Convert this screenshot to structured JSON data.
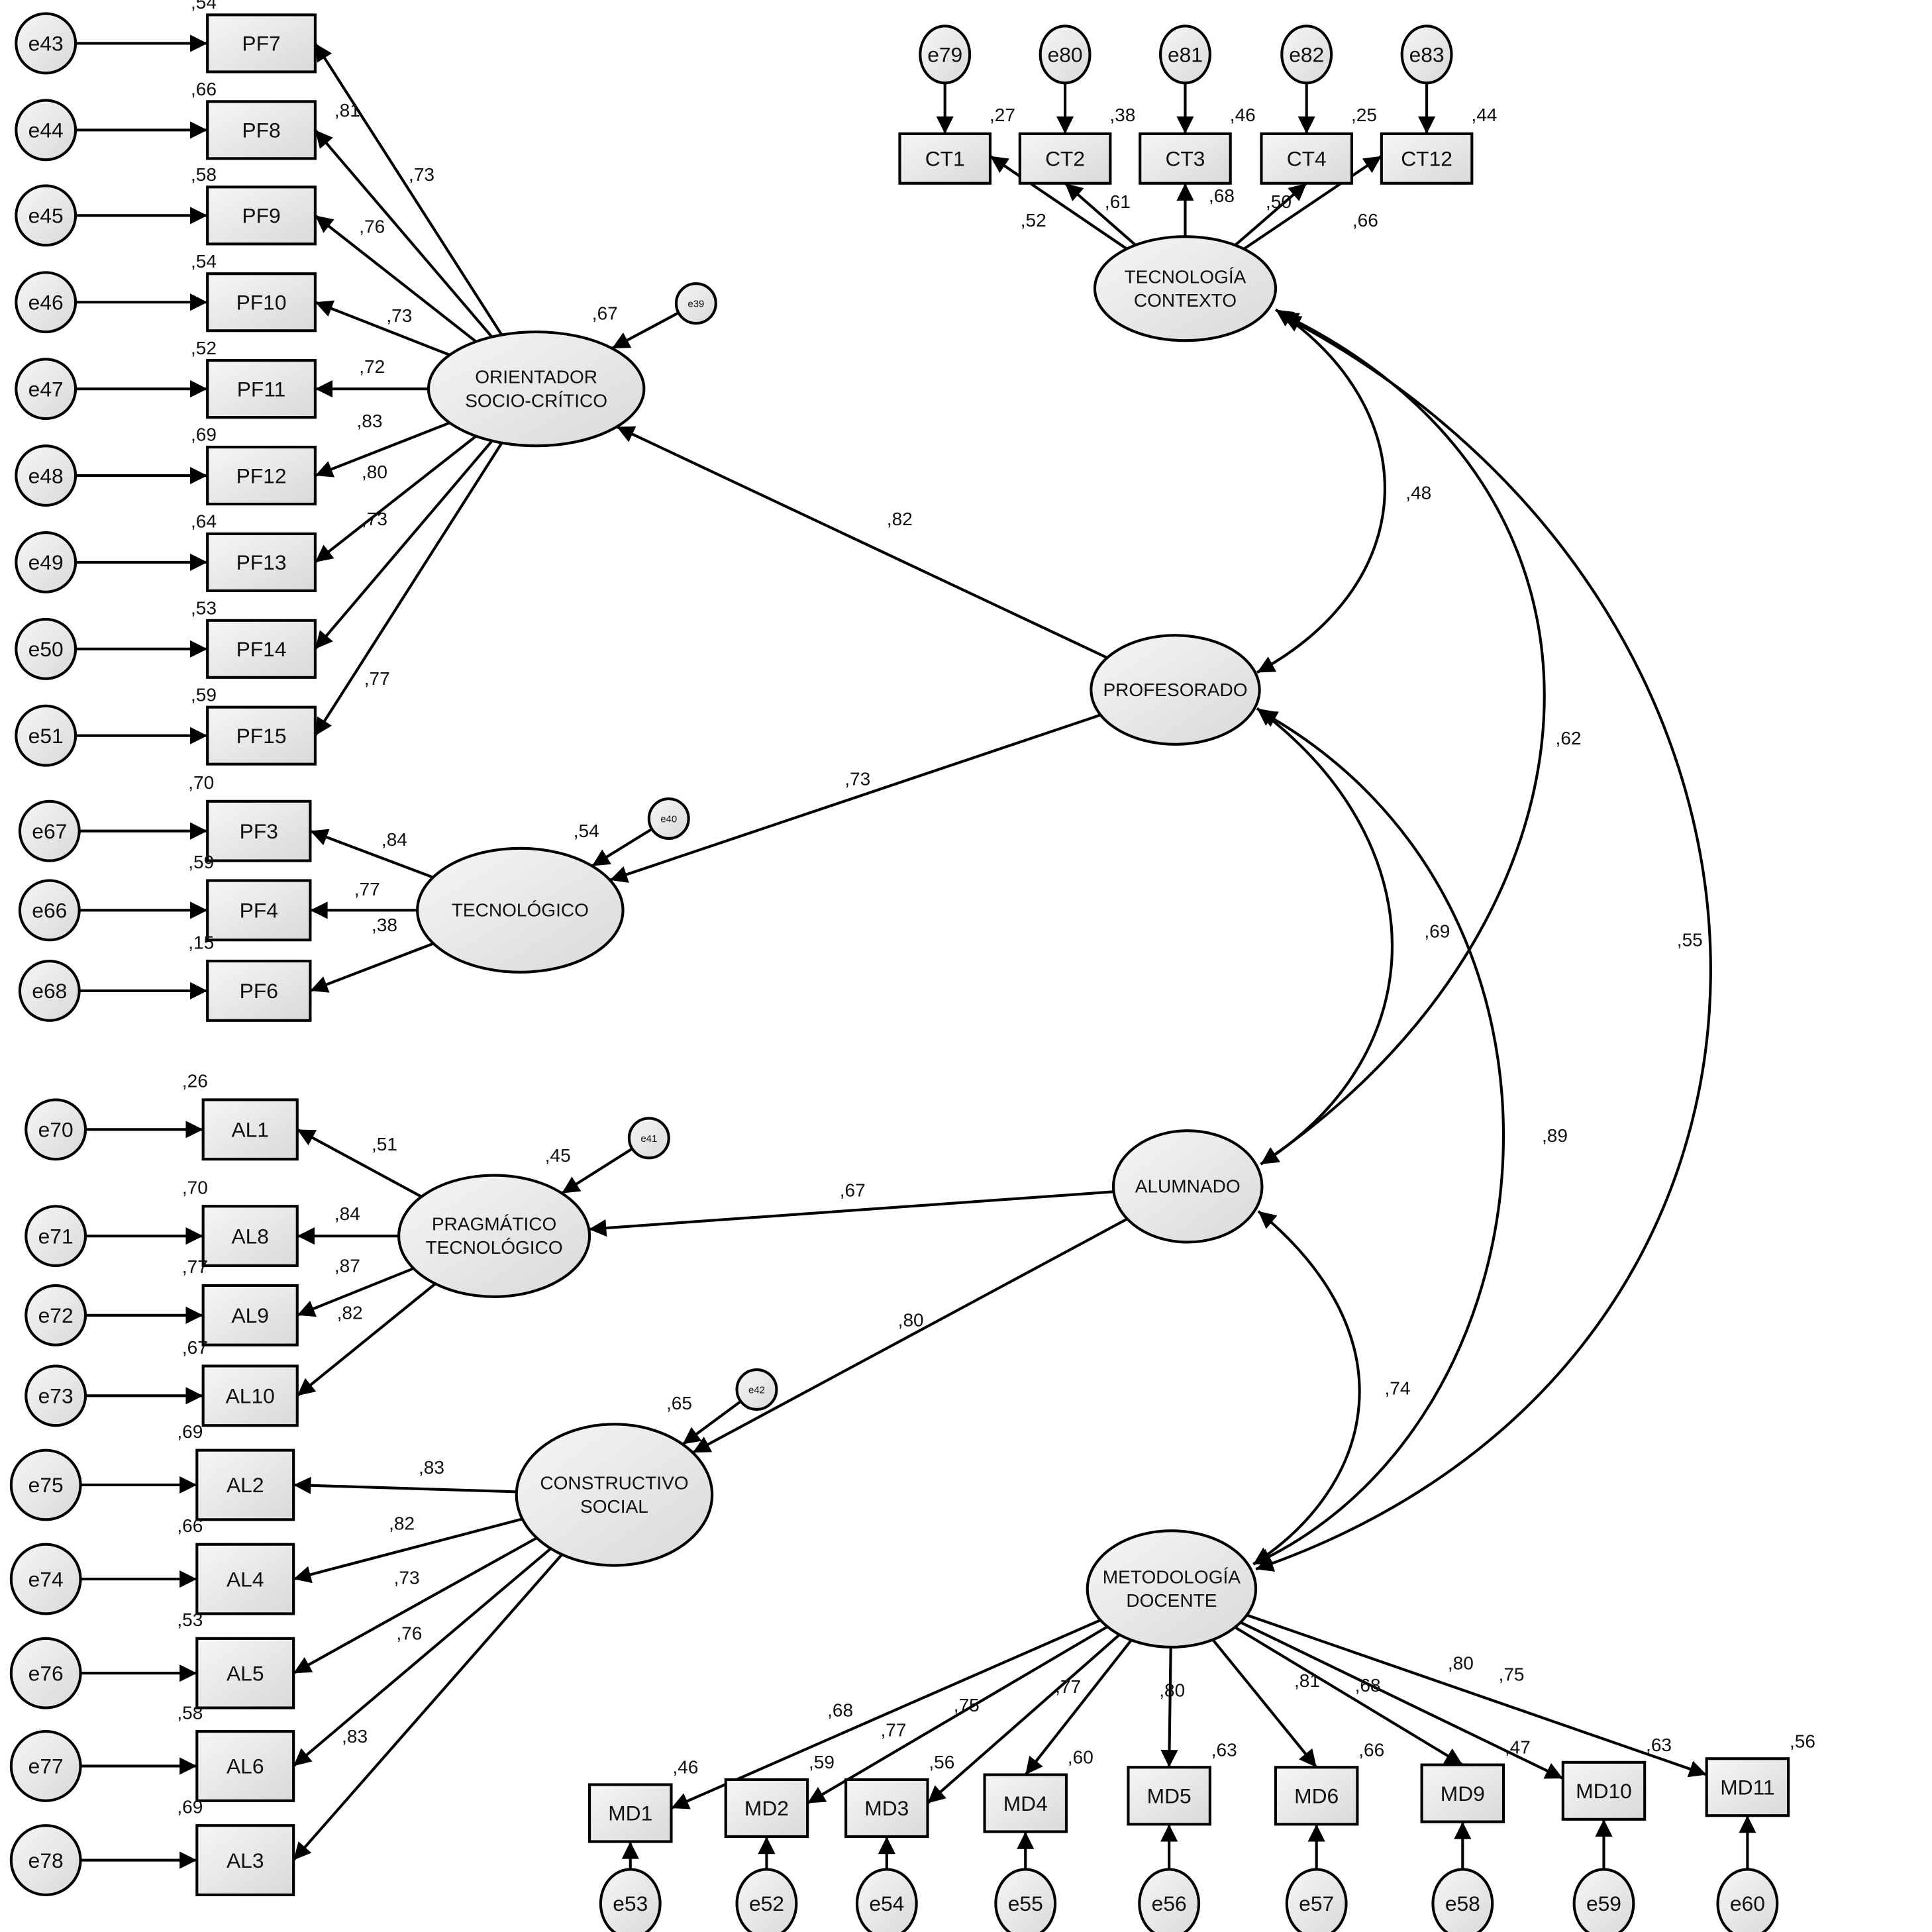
{
  "diagram": {
    "type": "structural-equation-model",
    "second_order_factors": [
      {
        "id": "PROF",
        "label": "PROFESORADO"
      },
      {
        "id": "ALUM",
        "label": "ALUMNADO"
      },
      {
        "id": "TC",
        "label": [
          "TECNOLOGÍA",
          "CONTEXTO"
        ]
      },
      {
        "id": "MD",
        "label": [
          "METODOLOGÍA",
          "DOCENTE"
        ]
      }
    ],
    "first_order_factors": [
      {
        "id": "OSC",
        "label": [
          "ORIENTADOR",
          "SOCIO-CRÍTICO"
        ],
        "parent": "PROF",
        "loading": ",82",
        "r2": ",67",
        "error": "e39"
      },
      {
        "id": "TEC",
        "label": [
          "TECNOLÓGICO"
        ],
        "parent": "PROF",
        "loading": ",73",
        "r2": ",54",
        "error": "e40"
      },
      {
        "id": "PT",
        "label": [
          "PRAGMÁTICO",
          "TECNOLÓGICO"
        ],
        "parent": "ALUM",
        "loading": ",67",
        "r2": ",45",
        "error": "e41"
      },
      {
        "id": "CS",
        "label": [
          "CONSTRUCTIVO",
          "SOCIAL"
        ],
        "parent": "ALUM",
        "loading": ",80",
        "r2": ",65",
        "error": "e42"
      }
    ],
    "indicators": [
      {
        "id": "PF7",
        "factor": "OSC",
        "error": "e43",
        "loading": ",73",
        "r2": ",54"
      },
      {
        "id": "PF8",
        "factor": "OSC",
        "error": "e44",
        "loading": ",81",
        "r2": ",66"
      },
      {
        "id": "PF9",
        "factor": "OSC",
        "error": "e45",
        "loading": ",76",
        "r2": ",58"
      },
      {
        "id": "PF10",
        "factor": "OSC",
        "error": "e46",
        "loading": ",73",
        "r2": ",54"
      },
      {
        "id": "PF11",
        "factor": "OSC",
        "error": "e47",
        "loading": ",72",
        "r2": ",52"
      },
      {
        "id": "PF12",
        "factor": "OSC",
        "error": "e48",
        "loading": ",83",
        "r2": ",69"
      },
      {
        "id": "PF13",
        "factor": "OSC",
        "error": "e49",
        "loading": ",80",
        "r2": ",64"
      },
      {
        "id": "PF14",
        "factor": "OSC",
        "error": "e50",
        "loading": ",73",
        "r2": ",53"
      },
      {
        "id": "PF15",
        "factor": "OSC",
        "error": "e51",
        "loading": ",77",
        "r2": ",59"
      },
      {
        "id": "PF3",
        "factor": "TEC",
        "error": "e67",
        "loading": ",84",
        "r2": ",70"
      },
      {
        "id": "PF4",
        "factor": "TEC",
        "error": "e66",
        "loading": ",77",
        "r2": ",59"
      },
      {
        "id": "PF6",
        "factor": "TEC",
        "error": "e68",
        "loading": ",38",
        "r2": ",15"
      },
      {
        "id": "AL1",
        "factor": "PT",
        "error": "e70",
        "loading": ",51",
        "r2": ",26"
      },
      {
        "id": "AL8",
        "factor": "PT",
        "error": "e71",
        "loading": ",84",
        "r2": ",70"
      },
      {
        "id": "AL9",
        "factor": "PT",
        "error": "e72",
        "loading": ",87",
        "r2": ",77"
      },
      {
        "id": "AL10",
        "factor": "PT",
        "error": "e73",
        "loading": ",82",
        "r2": ",67"
      },
      {
        "id": "AL2",
        "factor": "CS",
        "error": "e75",
        "loading": ",83",
        "r2": ",69"
      },
      {
        "id": "AL4",
        "factor": "CS",
        "error": "e74",
        "loading": ",82",
        "r2": ",66"
      },
      {
        "id": "AL5",
        "factor": "CS",
        "error": "e76",
        "loading": ",73",
        "r2": ",53"
      },
      {
        "id": "AL6",
        "factor": "CS",
        "error": "e77",
        "loading": ",76",
        "r2": ",58"
      },
      {
        "id": "AL3",
        "factor": "CS",
        "error": "e78",
        "loading": ",83",
        "r2": ",69"
      },
      {
        "id": "CT1",
        "factor": "TC",
        "error": "e79",
        "loading": ",52",
        "r2": ",27"
      },
      {
        "id": "CT2",
        "factor": "TC",
        "error": "e80",
        "loading": ",61",
        "r2": ",38"
      },
      {
        "id": "CT3",
        "factor": "TC",
        "error": "e81",
        "loading": ",68",
        "r2": ",46"
      },
      {
        "id": "CT4",
        "factor": "TC",
        "error": "e82",
        "loading": ",50",
        "r2": ",25"
      },
      {
        "id": "CT12",
        "factor": "TC",
        "error": "e83",
        "loading": ",66",
        "r2": ",44"
      },
      {
        "id": "MD1",
        "factor": "MD",
        "error": "e53",
        "loading": ",68",
        "r2": ",46"
      },
      {
        "id": "MD2",
        "factor": "MD",
        "error": "e52",
        "loading": ",77",
        "r2": ",59"
      },
      {
        "id": "MD3",
        "factor": "MD",
        "error": "e54",
        "loading": ",75",
        "r2": ",56"
      },
      {
        "id": "MD4",
        "factor": "MD",
        "error": "e55",
        "loading": ",77",
        "r2": ",60"
      },
      {
        "id": "MD5",
        "factor": "MD",
        "error": "e56",
        "loading": ",80",
        "r2": ",63"
      },
      {
        "id": "MD6",
        "factor": "MD",
        "error": "e57",
        "loading": ",81",
        "r2": ",66"
      },
      {
        "id": "MD9",
        "factor": "MD",
        "error": "e58",
        "loading": ",68",
        "r2": ",47"
      },
      {
        "id": "MD10",
        "factor": "MD",
        "error": "e59",
        "loading": ",80",
        "r2": ",63"
      },
      {
        "id": "MD11",
        "factor": "MD",
        "error": "e60",
        "loading": ",75",
        "r2": ",56"
      }
    ],
    "correlations": [
      {
        "from": "TC",
        "to": "PROF",
        "value": ",48"
      },
      {
        "from": "TC",
        "to": "ALUM",
        "value": ",62"
      },
      {
        "from": "TC",
        "to": "MD",
        "value": ",55"
      },
      {
        "from": "PROF",
        "to": "ALUM",
        "value": ",69"
      },
      {
        "from": "PROF",
        "to": "MD",
        "value": ",89"
      },
      {
        "from": "ALUM",
        "to": "MD",
        "value": ",74"
      }
    ]
  },
  "colors": {
    "node_fill_light": "#f4f4f4",
    "node_fill_dark": "#d8d8d8",
    "stroke": "#000000",
    "background": "#ffffff"
  }
}
